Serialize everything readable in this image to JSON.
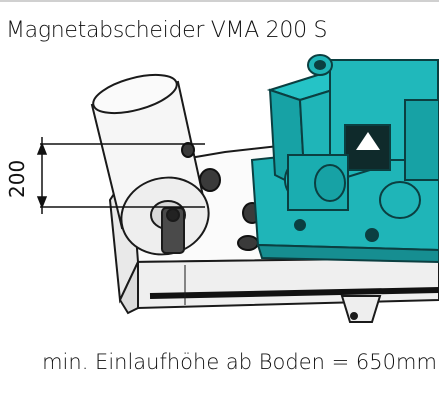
{
  "title": "Magnetabscheider VMA 200 S",
  "dimension": {
    "value": "200"
  },
  "caption": "min. Einlaufhöhe ab Boden = 650mm",
  "colors": {
    "machine": "#1fb5b8",
    "machine_dark": "#0e6f72",
    "frame": "#f2f2f2",
    "outline": "#1a1a1a"
  }
}
